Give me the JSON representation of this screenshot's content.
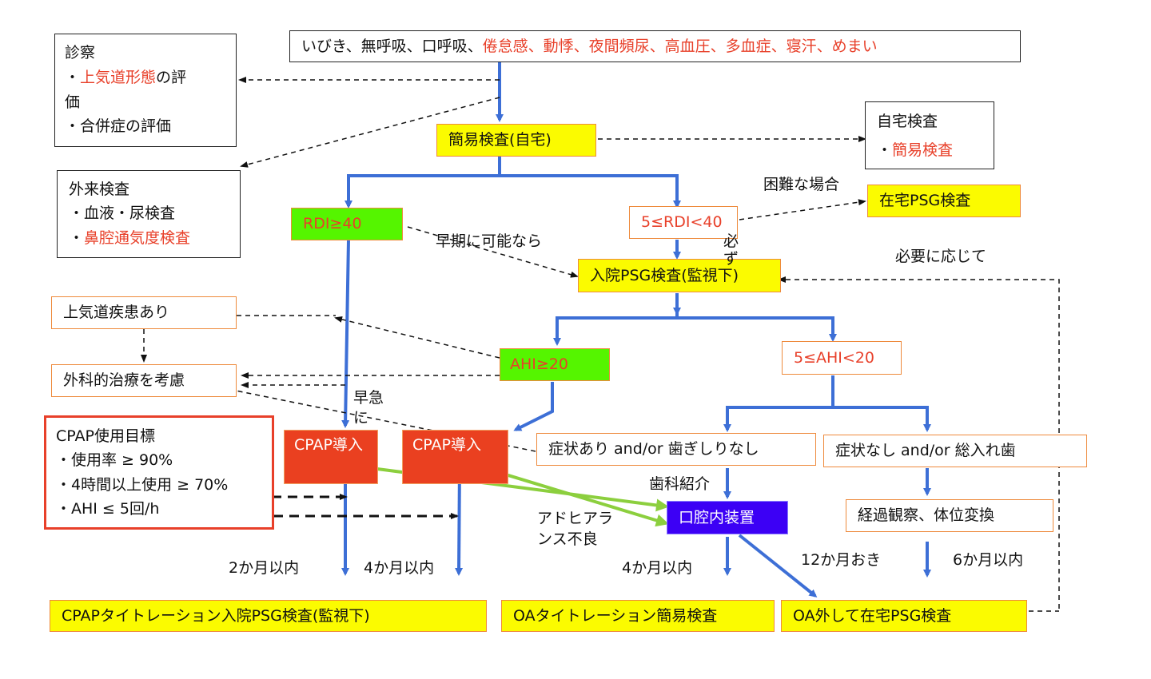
{
  "symptoms": {
    "normal": "いびき、無呼吸、口呼吸、",
    "highlighted": "倦怠感、動悸、夜間頻尿、高血圧、多血症、寝汗、めまい"
  },
  "exam": {
    "title": "診察",
    "line1_prefix": "・",
    "line1_red": "上気道形態",
    "line1_suffix": "の評",
    "line1_wrap": "価",
    "line2": "・合併症の評価"
  },
  "outpatient": {
    "title": "外来検査",
    "line1": "・血液・尿検査",
    "line2_prefix": "・",
    "line2_red": "鼻腔通気度検査"
  },
  "simple_test_home": "簡易検査(自宅)",
  "home_test": {
    "title": "自宅検査",
    "item_prefix": "・",
    "item_red": "簡易検査"
  },
  "rdi_high": "RDI≥40",
  "rdi_mid": "5≤RDI<40",
  "difficult_label": "困難な場合",
  "home_psg": "在宅PSG検査",
  "early_label": "早期に可能なら",
  "mandatory_label": "必ず",
  "hospital_psg": "入院PSG検査(監視下)",
  "as_needed_label": "必要に応じて",
  "upper_airway": "上気道疾患あり",
  "surgery": "外科的治療を考慮",
  "ahi_high": "AHI≥20",
  "ahi_mid": "5≤AHI<20",
  "urgent_label": "早急に",
  "cpap_goal": {
    "title": "CPAP使用目標",
    "items": [
      "・使用率 ≥ 90%",
      "・4時間以上使用 ≥ 70%",
      "・AHI ≤ 5回/h"
    ]
  },
  "cpap_intro_1": "CPAP導入",
  "cpap_intro_2": "CPAP導入",
  "symptom_yes": "症状あり and/or 歯ぎしりなし",
  "symptom_no": "症状なし and/or 総入れ歯",
  "dental_referral_label": "歯科紹介",
  "oral_appliance": "口腔内装置",
  "adherence_label": "アドヒアランス不良",
  "observation": "経過観察、体位変換",
  "labels": {
    "within_2m": "2か月以内",
    "within_4m_a": "4か月以内",
    "within_4m_b": "4か月以内",
    "every_12m": "12か月おき",
    "within_6m": "6か月以内"
  },
  "bottom": {
    "cpap_titration": "CPAPタイトレーション入院PSG検査(監視下)",
    "oa_titration": "OAタイトレーション簡易検査",
    "oa_off_home_psg": "OA外して在宅PSG検査"
  },
  "colors": {
    "flow_blue": "#3d6fd6",
    "green_arrow": "#8ccf3e",
    "red_text": "#e8402a",
    "yellow_box": "#fbfb00",
    "green_box": "#55f500",
    "red_box": "#ea4020",
    "purple_box": "#3c00f5",
    "orange_border": "#ee8a3c"
  }
}
